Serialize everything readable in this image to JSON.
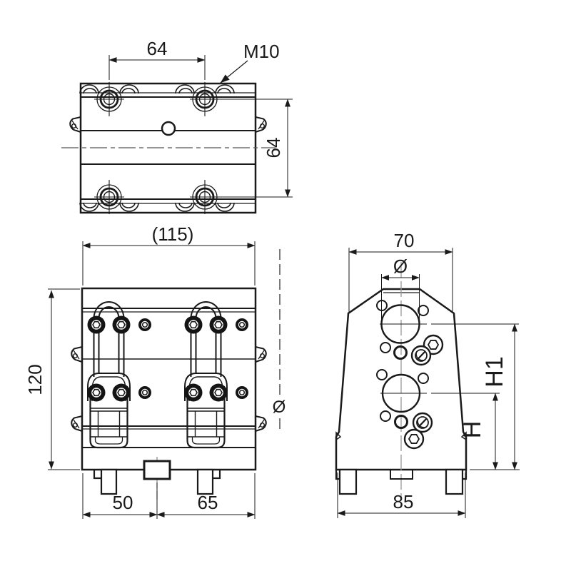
{
  "drawing": {
    "background": "#ffffff",
    "line_color": "#1a1a1a",
    "centerline_color": "#999999",
    "dimensions": {
      "top_view": {
        "bolt_spacing_horizontal": "64",
        "thread_callout": "M10",
        "bolt_spacing_vertical": "64"
      },
      "front_view": {
        "overall_width": "(115)",
        "overall_height": "120",
        "offset_left": "50",
        "offset_right": "65",
        "tool_circle_symbol": "Ø"
      },
      "side_view": {
        "top_width": "70",
        "bore_diameter_symbol": "Ø",
        "height_h1": "H1",
        "height_h": "H",
        "base_width": "85"
      }
    }
  }
}
